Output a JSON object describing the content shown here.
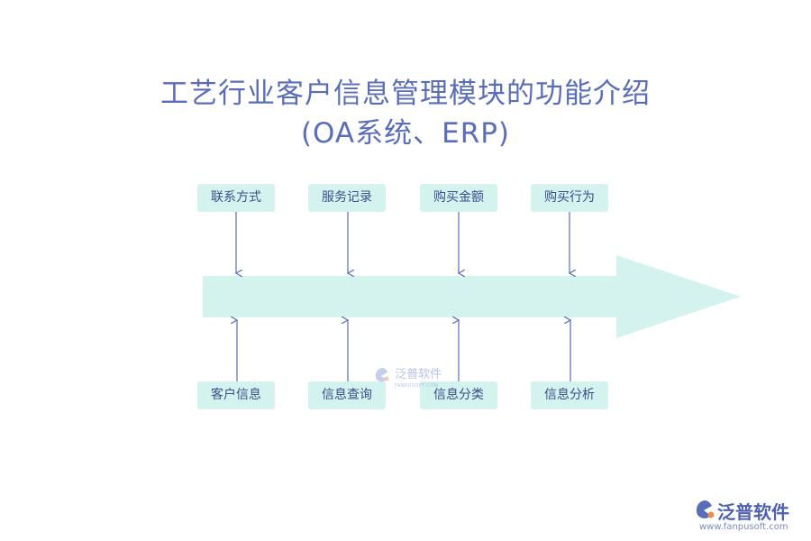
{
  "title_line1": "工艺行业客户信息管理模块的功能介绍",
  "title_line2": "(OA系统、ERP)",
  "top_boxes": [
    "联系方式",
    "服务记录",
    "购买金额",
    "购买行为"
  ],
  "bottom_boxes": [
    "客户信息",
    "信息查询",
    "信息分类",
    "信息分析"
  ],
  "watermark": {
    "name": "泛普软件",
    "sub": "FANPUSOFT.COM"
  },
  "brand": {
    "name": "泛普软件",
    "url": "www.fanpusoft.com"
  },
  "colors": {
    "arrow_fill": "#d4f3ef",
    "line": "#5a6db8",
    "text": "#3c4d8c"
  }
}
